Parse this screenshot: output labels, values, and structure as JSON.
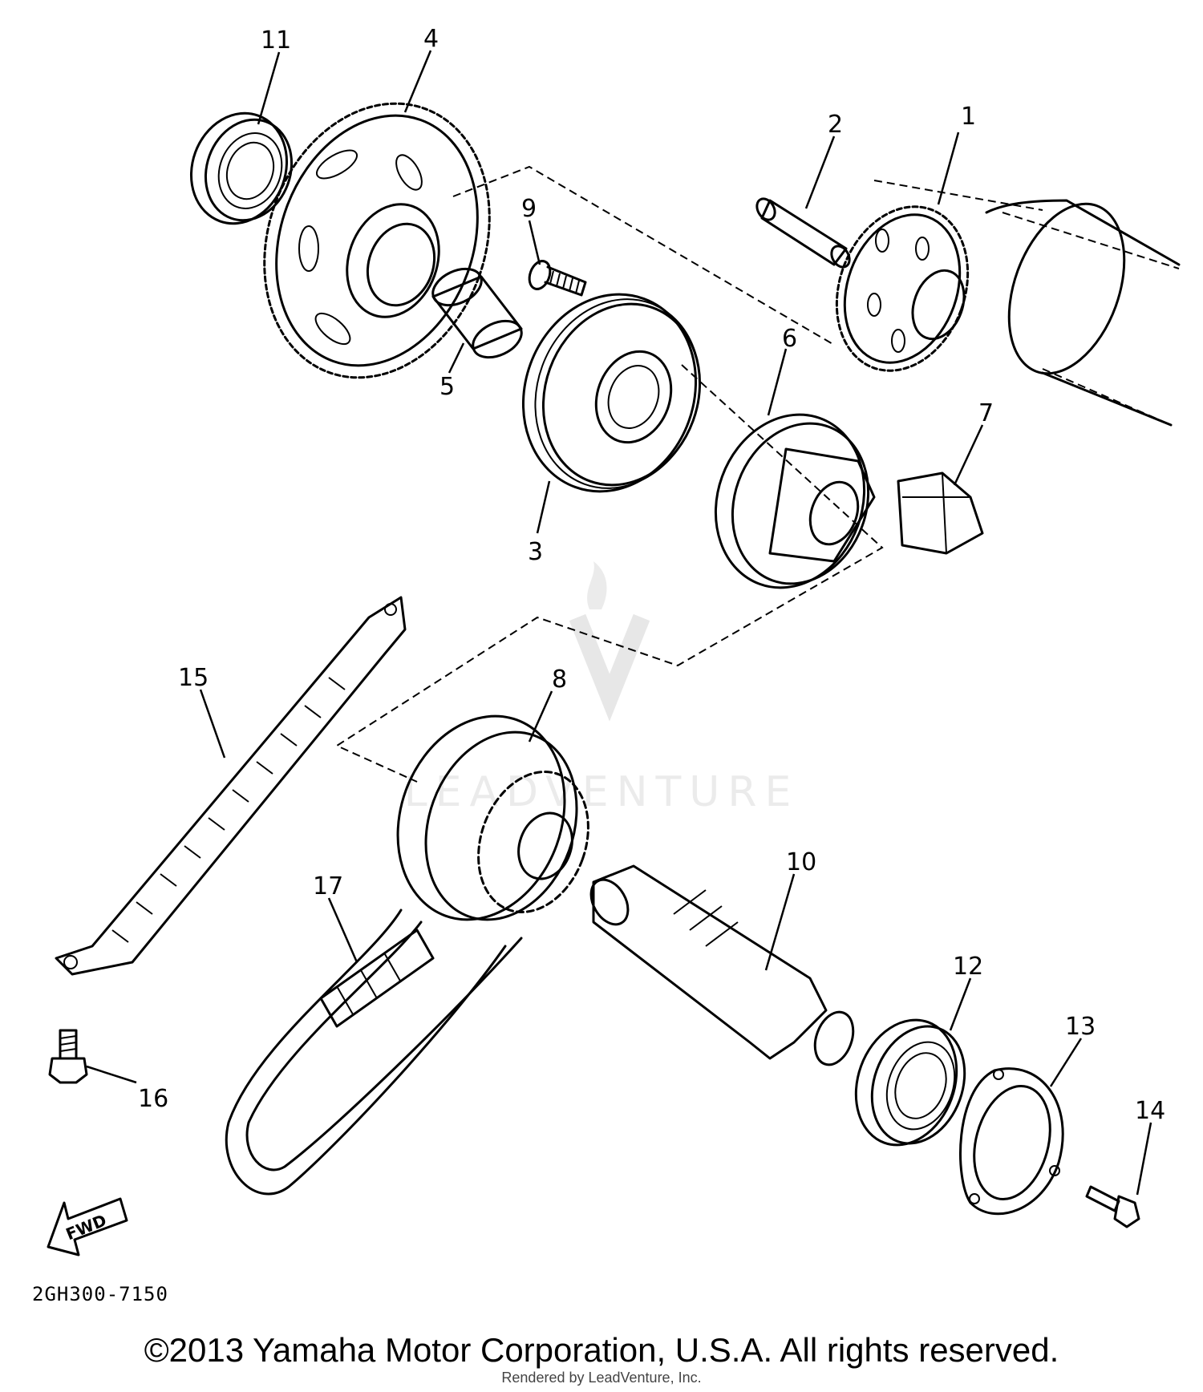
{
  "diagram": {
    "callouts": [
      "1",
      "2",
      "3",
      "4",
      "5",
      "6",
      "7",
      "8",
      "9",
      "10",
      "11",
      "12",
      "13",
      "14",
      "15",
      "16",
      "17"
    ],
    "drawing_code": "2GH300-7150",
    "arrow_label": "FWD",
    "copyright": "©2013 Yamaha Motor Corporation, U.S.A. All rights reserved.",
    "render_credit": "Rendered by LeadVenture, Inc.",
    "watermark_text": "LEADVENTURE",
    "ink_color": "#000000",
    "watermark_color": "#d8d8d8"
  }
}
